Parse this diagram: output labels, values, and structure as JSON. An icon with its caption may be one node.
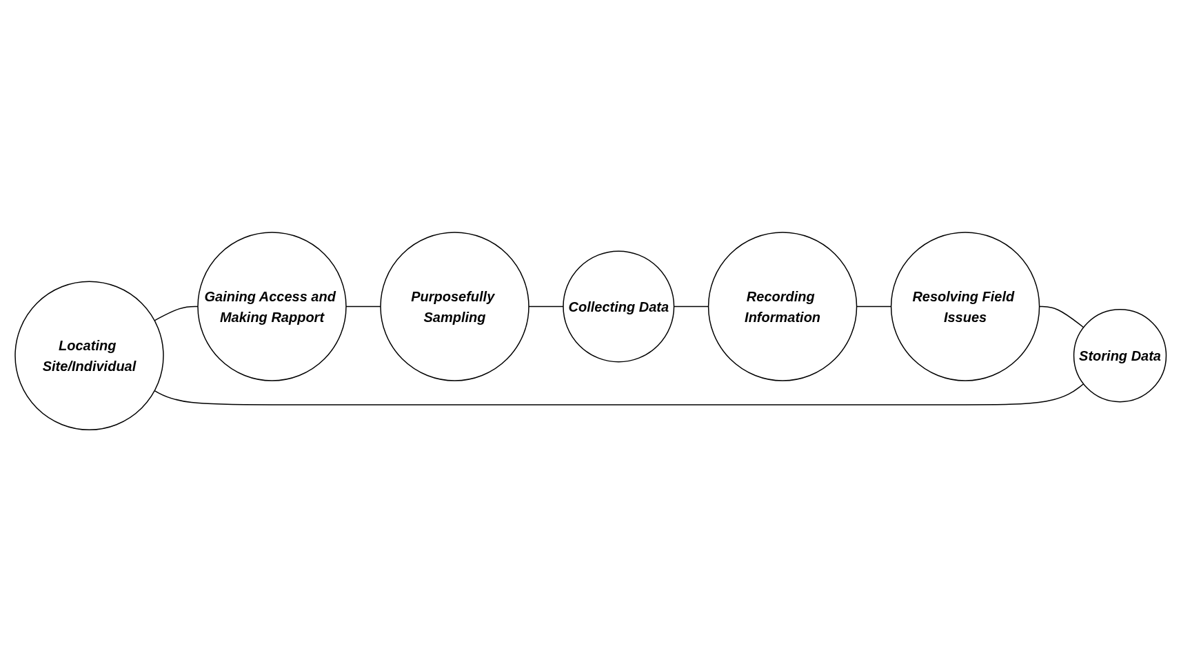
{
  "diagram": {
    "nodes": [
      {
        "text": [
          "Locating Site/Individual"
        ]
      },
      {
        "text": [
          "Storing Data"
        ]
      },
      {
        "text": [
          "Gaining Access and Making Rapport"
        ]
      },
      {
        "text": [
          "Resolving Field Issues"
        ]
      },
      {
        "text": [
          "Purposefully Sampling"
        ]
      },
      {
        "text": [
          "Recording Information"
        ]
      },
      {
        "text": [
          "Collecting Data"
        ]
      }
    ],
    "edges": [
      {
        "from": 1,
        "to": 0,
        "arrow": "none"
      },
      {
        "from": 0,
        "to": 2,
        "arrow": "none"
      },
      {
        "from": 2,
        "to": 4,
        "arrow": "none"
      },
      {
        "from": 4,
        "to": 6,
        "arrow": "none"
      },
      {
        "from": 6,
        "to": 5,
        "arrow": "none"
      },
      {
        "from": 5,
        "to": 3,
        "arrow": "none"
      },
      {
        "from": 3,
        "to": 1,
        "arrow": "none"
      }
    ]
  }
}
